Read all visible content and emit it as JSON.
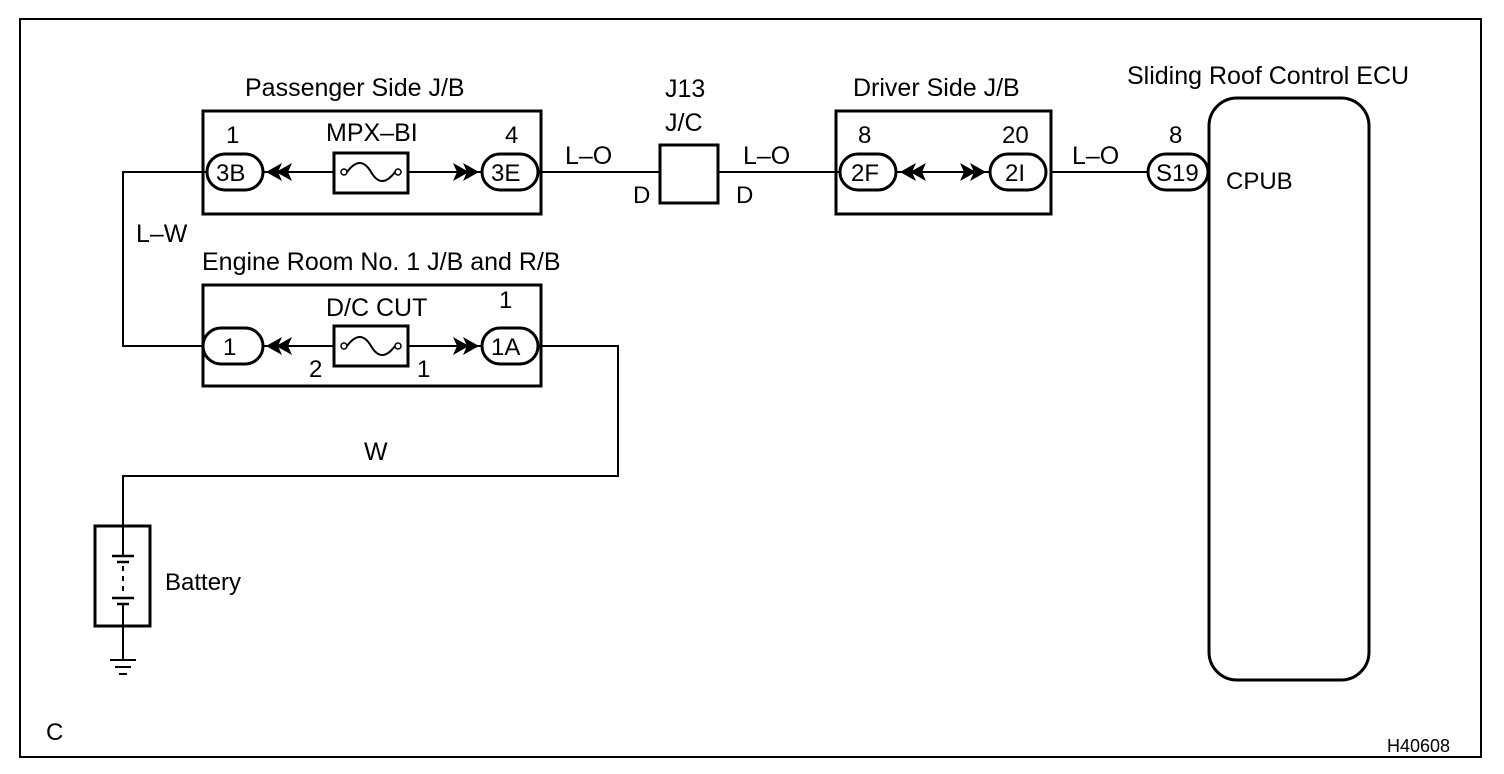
{
  "diagram": {
    "section_letter": "C",
    "figure_code": "H40608",
    "passenger_jb": {
      "title": "Passenger Side J/B",
      "fuse": "MPX–BI",
      "left_connector": "3B",
      "left_pin": "1",
      "right_connector": "3E",
      "right_pin": "4"
    },
    "junction": {
      "id": "J13",
      "type": "J/C",
      "left_letter": "D",
      "right_letter": "D"
    },
    "driver_jb": {
      "title": "Driver Side J/B",
      "left_connector": "2F",
      "left_pin": "8",
      "right_connector": "2I",
      "right_pin": "20"
    },
    "ecu": {
      "title": "Sliding Roof Control ECU",
      "connector": "S19",
      "pin": "8",
      "terminal": "CPUB"
    },
    "engine_room_jb": {
      "title": "Engine Room No. 1 J/B and R/B",
      "fuse": "D/C CUT",
      "left_connector": "1",
      "right_connector": "1A",
      "right_pin": "1",
      "fuse_left_pin": "2",
      "fuse_right_pin": "1"
    },
    "battery": {
      "label": "Battery"
    },
    "wires": {
      "passenger_to_jc": "L–O",
      "jc_to_driver": "L–O",
      "driver_to_ecu": "L–O",
      "passenger_to_engine": "L–W",
      "battery_to_engine": "W"
    }
  }
}
